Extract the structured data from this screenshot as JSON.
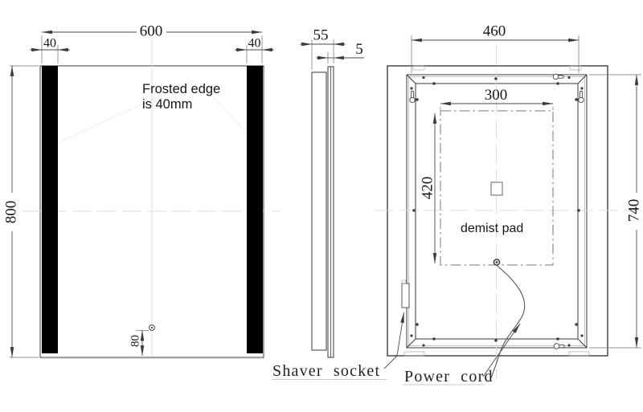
{
  "front": {
    "width": "600",
    "frost_left": "40",
    "frost_right": "40",
    "height": "800",
    "sensor_offset": "80",
    "note1": "Frosted edge",
    "note2": "is 40mm"
  },
  "side": {
    "depth": "55",
    "glass": "5"
  },
  "back": {
    "width": "460",
    "pad_width": "300",
    "pad_height": "420",
    "height": "740",
    "pad_label": "demist pad"
  },
  "callouts": {
    "shaver": "Shaver socket",
    "power": "Power cord"
  },
  "colors": {
    "outline": "#3a3a3a",
    "frosted_strip": "#000000",
    "centerline": "#dcdcdc",
    "dimension": "#4a4a4a",
    "background": "#ffffff"
  }
}
